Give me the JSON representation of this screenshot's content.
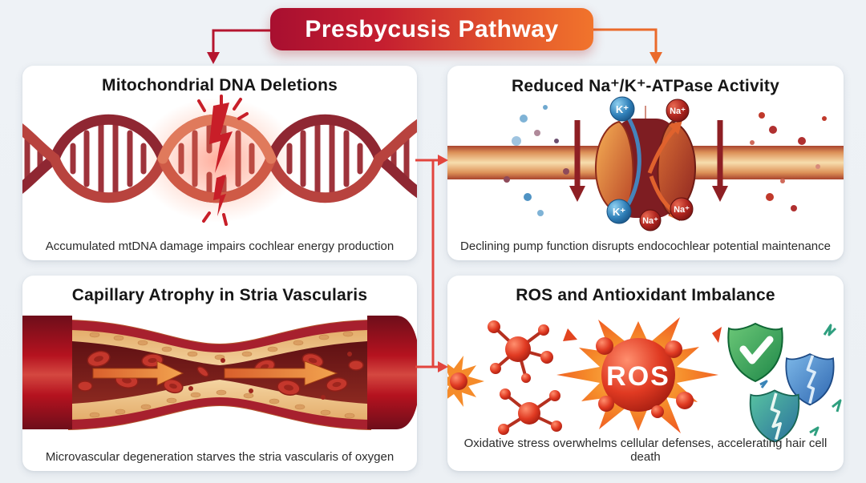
{
  "title": "Presbycusis Pathway",
  "panels": [
    {
      "id": "mtdna",
      "title": "Mitochondrial DNA Deletions",
      "caption": "Accumulated mtDNA damage impairs cochlear energy production"
    },
    {
      "id": "atpase",
      "title": "Reduced Na⁺/K⁺-ATPase Activity",
      "caption": "Declining pump function disrupts endocochlear potential maintenance",
      "ion_k": "K⁺",
      "ion_na": "Na⁺"
    },
    {
      "id": "capillary",
      "title": "Capillary Atrophy in Stria Vascularis",
      "caption": "Microvascular degeneration starves the stria vascularis of oxygen"
    },
    {
      "id": "ros",
      "title": "ROS and Antioxidant Imbalance",
      "caption": "Oxidative stress overwhelms cellular defenses, accelerating hair cell death",
      "ros_label": "ROS"
    }
  ],
  "colors": {
    "background": "#edf1f5",
    "banner_gradient_start": "#a80f30",
    "banner_gradient_end": "#f1742c",
    "title_arrow_left": "#b5152f",
    "title_arrow_right": "#ea6a2b",
    "connector_arrow": "#e2453e",
    "panel_background": "#ffffff",
    "heading_text": "#161616",
    "caption_text": "#2b2b2b"
  }
}
